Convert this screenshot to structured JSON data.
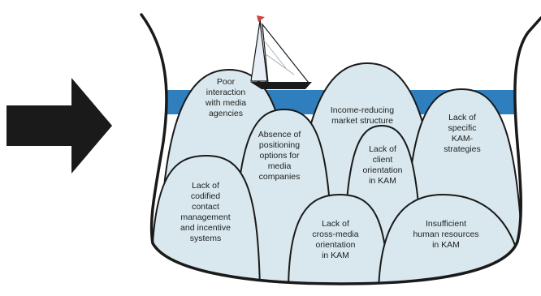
{
  "colors": {
    "water": "#2f7fbf",
    "hill_fill": "#d8e8ee",
    "outline": "#1a1a1a",
    "arrow": "#1a1a1a",
    "sail": "#e8eef6",
    "hull": "#1a1a1a",
    "pennant": "#d04040"
  },
  "icons": {
    "arrow": "right-arrow-icon",
    "boat": "sailboat-icon"
  },
  "hills": [
    {
      "id": "media-agencies",
      "lines": [
        "Poor",
        "interaction",
        "with media",
        "agencies"
      ]
    },
    {
      "id": "market-structure",
      "lines": [
        "Income-reducing",
        "market structure"
      ]
    },
    {
      "id": "kam-strategies",
      "lines": [
        "Lack of",
        "specific",
        "KAM-",
        "strategies"
      ]
    },
    {
      "id": "positioning-options",
      "lines": [
        "Absence of",
        "positioning",
        "options for",
        "media",
        "companies"
      ]
    },
    {
      "id": "client-orientation",
      "lines": [
        "Lack of",
        "client",
        "orientation",
        "in KAM"
      ]
    },
    {
      "id": "contact-management",
      "lines": [
        "Lack of",
        "codified",
        "contact",
        "management",
        "and incentive",
        "systems"
      ]
    },
    {
      "id": "cross-media",
      "lines": [
        "Lack of",
        "cross-media",
        "orientation",
        "in KAM"
      ]
    },
    {
      "id": "human-resources",
      "lines": [
        "Insufficient",
        "human resources",
        "in KAM"
      ]
    }
  ]
}
